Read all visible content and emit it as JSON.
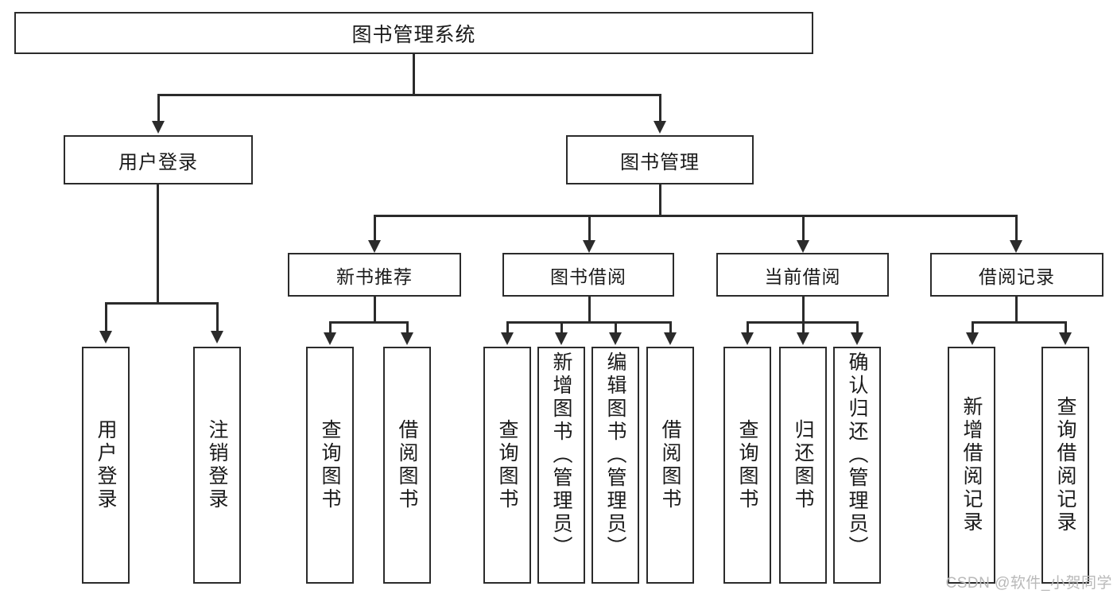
{
  "diagram": {
    "type": "tree-hierarchy",
    "title": "图书管理系统",
    "root": {
      "label": "图书管理系统"
    },
    "level2": [
      {
        "label": "用户登录"
      },
      {
        "label": "图书管理"
      }
    ],
    "level3": [
      {
        "label": "新书推荐"
      },
      {
        "label": "图书借阅"
      },
      {
        "label": "当前借阅"
      },
      {
        "label": "借阅记录"
      }
    ],
    "leaves": {
      "user_login": [
        "用户登录",
        "注销登录"
      ],
      "new_book_recommend": [
        "查询图书",
        "借阅图书"
      ],
      "book_borrow": [
        "查询图书",
        "新增图书（管理员）",
        "编辑图书（管理员）",
        "借阅图书"
      ],
      "current_borrow": [
        "查询图书",
        "归还图书",
        "确认归还（管理员）"
      ],
      "borrow_record": [
        "新增借阅记录",
        "查询借阅记录"
      ]
    }
  },
  "watermark": "CSDN @软件_小贺同学",
  "colors": {
    "stroke": "#2b2b2b",
    "background": "#ffffff",
    "text": "#1a1a1a",
    "watermark": "#b9b9b9"
  }
}
